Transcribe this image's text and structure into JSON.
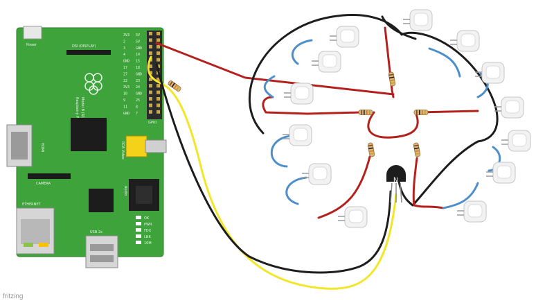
{
  "board": {
    "power_label": "Power",
    "dsi_label": "DSI (DISPLAY)",
    "model_line1": "Raspberry Pi",
    "model_line2": "Model B (R1)",
    "hdmi_label": "HDMI",
    "audio_label": "Audio",
    "rca_label": "RCA Video",
    "camera_label": "CAMERA",
    "ethernet_label": "ETHERNET",
    "usb_label": "USB 2x",
    "gpio_label": "GPIO",
    "leds": [
      "OK",
      "PWR",
      "FDX",
      "LNK",
      "10M"
    ],
    "gpio_left": [
      "3V3",
      "2",
      "3",
      "4",
      "GND",
      "17",
      "27",
      "22",
      "3V3",
      "10",
      "9",
      "11",
      "GND"
    ],
    "gpio_right": [
      "5V",
      "5V",
      "GND",
      "14",
      "15",
      "18",
      "GND",
      "23",
      "24",
      "GND",
      "25",
      "8",
      "7"
    ]
  },
  "transistor_label": "N",
  "watermark": "fritzing",
  "colors": {
    "board_green": "#3fa33b",
    "wire_red": "#b4211d",
    "wire_black": "#1d1d1d",
    "wire_yellow": "#f2e62a",
    "wire_blue": "#4f8fc9",
    "led_white": "#f2f2f2"
  }
}
